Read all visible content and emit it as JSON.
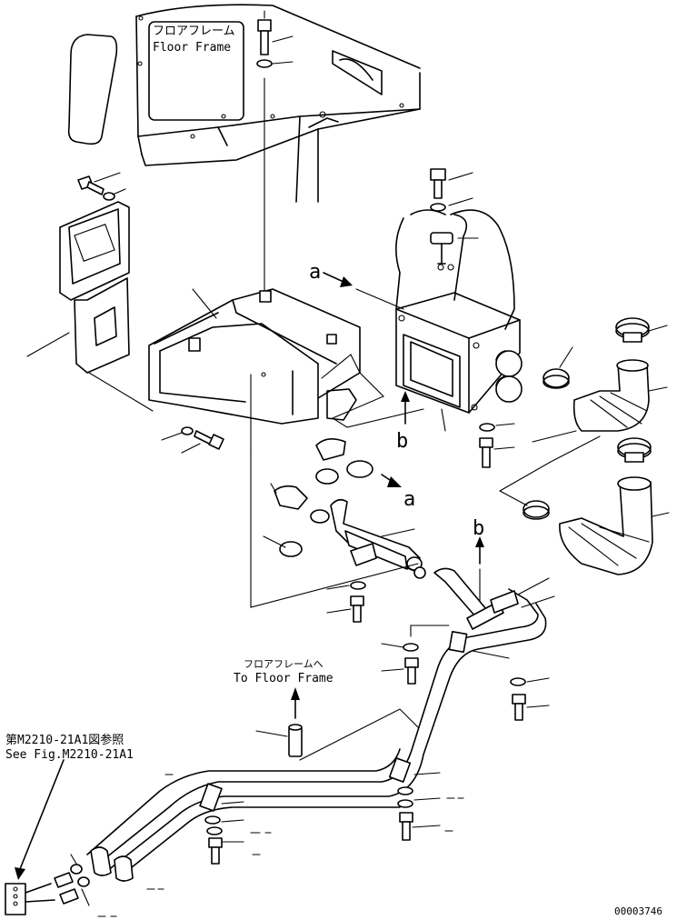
{
  "labels": {
    "floor_frame_jp": "フロアフレーム",
    "floor_frame_en": "Floor Frame",
    "to_floor_frame_jp": "フロアフレームへ",
    "to_floor_frame_en": "To Floor Frame",
    "see_fig_jp": "第M2210-21A1図参照",
    "see_fig_en": "See Fig.M2210-21A1",
    "ref_a": "a",
    "ref_b": "b",
    "drawing_number": "00003746"
  }
}
